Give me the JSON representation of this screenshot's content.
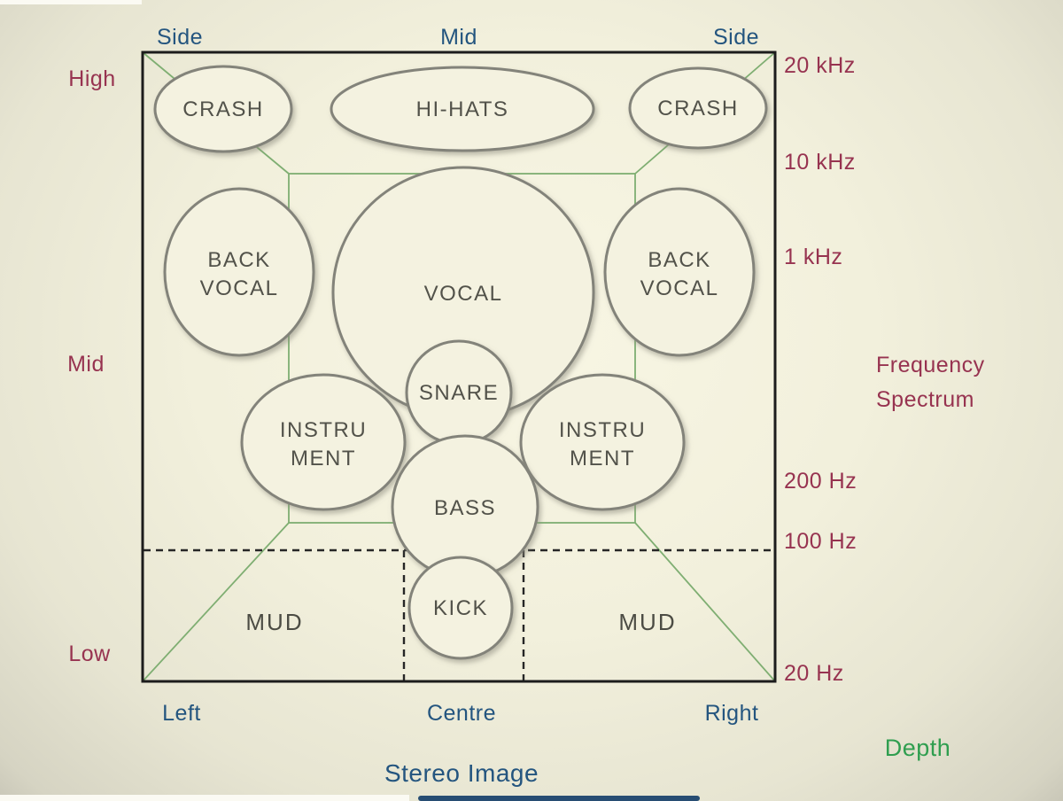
{
  "diagram": {
    "bottom_title": "Stereo Image",
    "right_title_line1": "Frequency",
    "right_title_line2": "Spectrum",
    "depth_label": "Depth"
  },
  "stereo_axis": {
    "top": [
      "Side",
      "Mid",
      "Side"
    ],
    "bottom": [
      "Left",
      "Centre",
      "Right"
    ]
  },
  "frequency_axis": {
    "left": [
      "High",
      "Mid",
      "Low"
    ],
    "ticks": [
      "20 kHz",
      "10 kHz",
      "1 kHz",
      "200 Hz",
      "100 Hz",
      "20 Hz"
    ]
  },
  "zones": {
    "crash_left": "CRASH",
    "hi_hats": "HI-HATS",
    "crash_right": "CRASH",
    "back_vocal_left_line1": "BACK",
    "back_vocal_left_line2": "VOCAL",
    "vocal": "VOCAL",
    "back_vocal_right_line1": "BACK",
    "back_vocal_right_line2": "VOCAL",
    "snare": "SNARE",
    "instrument_left_line1": "INSTRU",
    "instrument_left_line2": "MENT",
    "instrument_right_line1": "INSTRU",
    "instrument_right_line2": "MENT",
    "bass": "BASS",
    "kick": "KICK",
    "mud_left": "MUD",
    "mud_right": "MUD"
  },
  "colors": {
    "stereo_label": "#24557f",
    "frequency_label": "#973350",
    "depth_label": "#2f9e4f",
    "zone_text": "#52524a",
    "zone_fill": "#f4f2e0",
    "zone_stroke": "#83837a",
    "perspective_line": "#7fae72",
    "box_border": "#1c1c1c",
    "background": "#f2f0dc"
  }
}
